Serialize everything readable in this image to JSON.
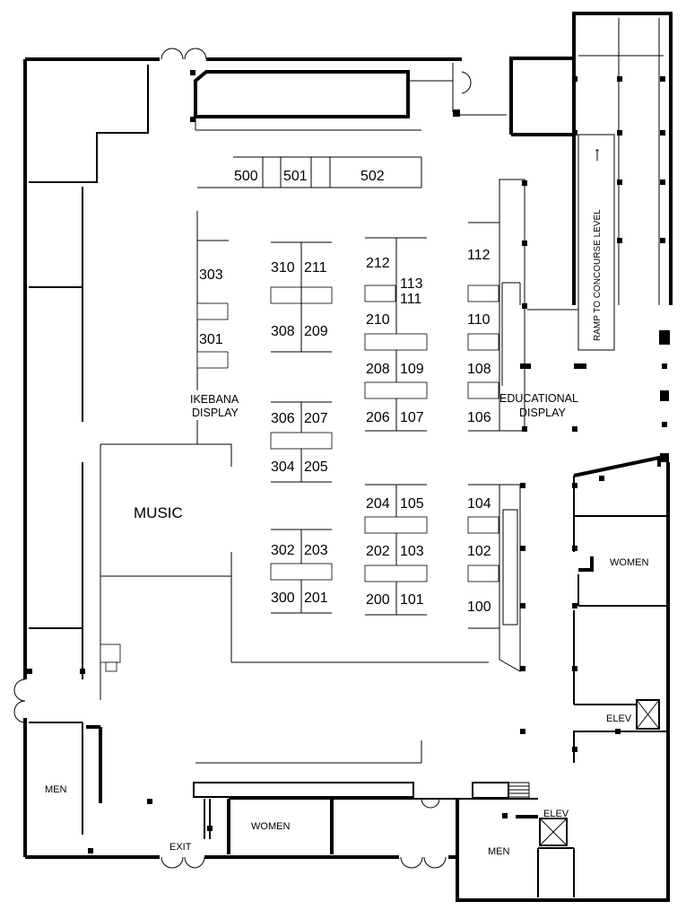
{
  "areas": {
    "music": "MUSIC",
    "ikebana_line1": "IKEBANA",
    "ikebana_line2": "DISPLAY",
    "educational_line1": "EDUCATIONAL",
    "educational_line2": "DISPLAY",
    "ramp": "RAMP TO CONCOURSE LEVEL",
    "ramp_arrow": "⟶"
  },
  "facilities": {
    "men_left": "MEN",
    "women_bottom": "WOMEN",
    "exit": "EXIT",
    "women_right": "WOMEN",
    "elev_right": "ELEV",
    "elev_bottom": "ELEV",
    "men_bottom_right": "MEN"
  },
  "booths": {
    "b500": "500",
    "b501": "501",
    "b502": "502",
    "b303": "303",
    "b301": "301",
    "b310": "310",
    "b211": "211",
    "b308": "308",
    "b209": "209",
    "b306": "306",
    "b207": "207",
    "b304": "304",
    "b205": "205",
    "b302": "302",
    "b203": "203",
    "b300": "300",
    "b201": "201",
    "b212": "212",
    "b113": "113",
    "b111": "111",
    "b210": "210",
    "b208": "208",
    "b109": "109",
    "b206": "206",
    "b107": "107",
    "b204": "204",
    "b105": "105",
    "b202": "202",
    "b103": "103",
    "b200": "200",
    "b101": "101",
    "b112": "112",
    "b110": "110",
    "b108": "108",
    "b106": "106",
    "b104": "104",
    "b102": "102",
    "b100": "100"
  }
}
